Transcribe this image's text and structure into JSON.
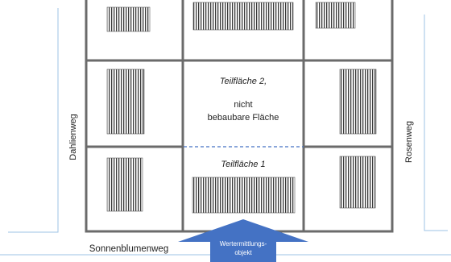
{
  "streets": {
    "left": "Dahlienweg",
    "right": "Rosenweg",
    "bottom": "Sonnenblumenweg"
  },
  "areas": {
    "teilflaeche2_title": "Teilfläche 2,",
    "teilflaeche2_line1": "nicht",
    "teilflaeche2_line2": "bebaubare Fläche",
    "teilflaeche1_title": "Teilfläche 1"
  },
  "marker": {
    "line1": "Wertermittlungs-",
    "line2": "objekt"
  },
  "colors": {
    "street_line": "#9dc3e6",
    "grid_line": "#6b6b6b",
    "divider": "#4472c4",
    "marker_fill": "#4472c4",
    "marker_text": "#ffffff"
  }
}
